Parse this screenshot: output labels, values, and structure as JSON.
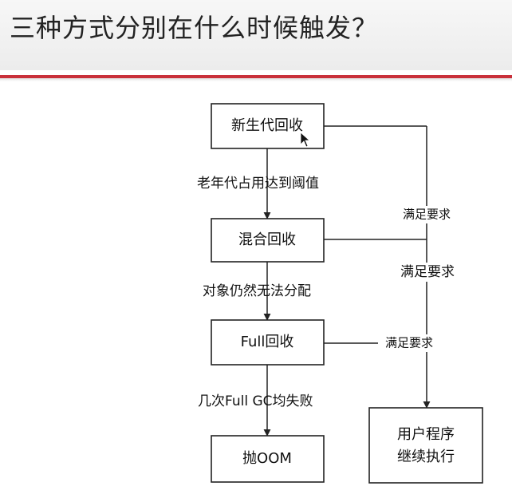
{
  "title": "三种方式分别在什么时候触发？",
  "nodes": {
    "young_gc": "新生代回收",
    "mixed_gc": "混合回收",
    "full_gc": "Full回收",
    "oom": "抛OOM",
    "continue_line1": "用户程序",
    "continue_line2": "继续执行"
  },
  "edges": {
    "young_to_mixed": "老年代占用达到阈值",
    "mixed_to_full": "对象仍然无法分配",
    "full_to_oom": "几次Full GC均失败",
    "young_satisfied": "满足要求",
    "mixed_satisfied": "满足要求",
    "full_satisfied": "满足要求"
  },
  "colors": {
    "accent_rule": "#c9303a",
    "stroke": "#222222"
  }
}
